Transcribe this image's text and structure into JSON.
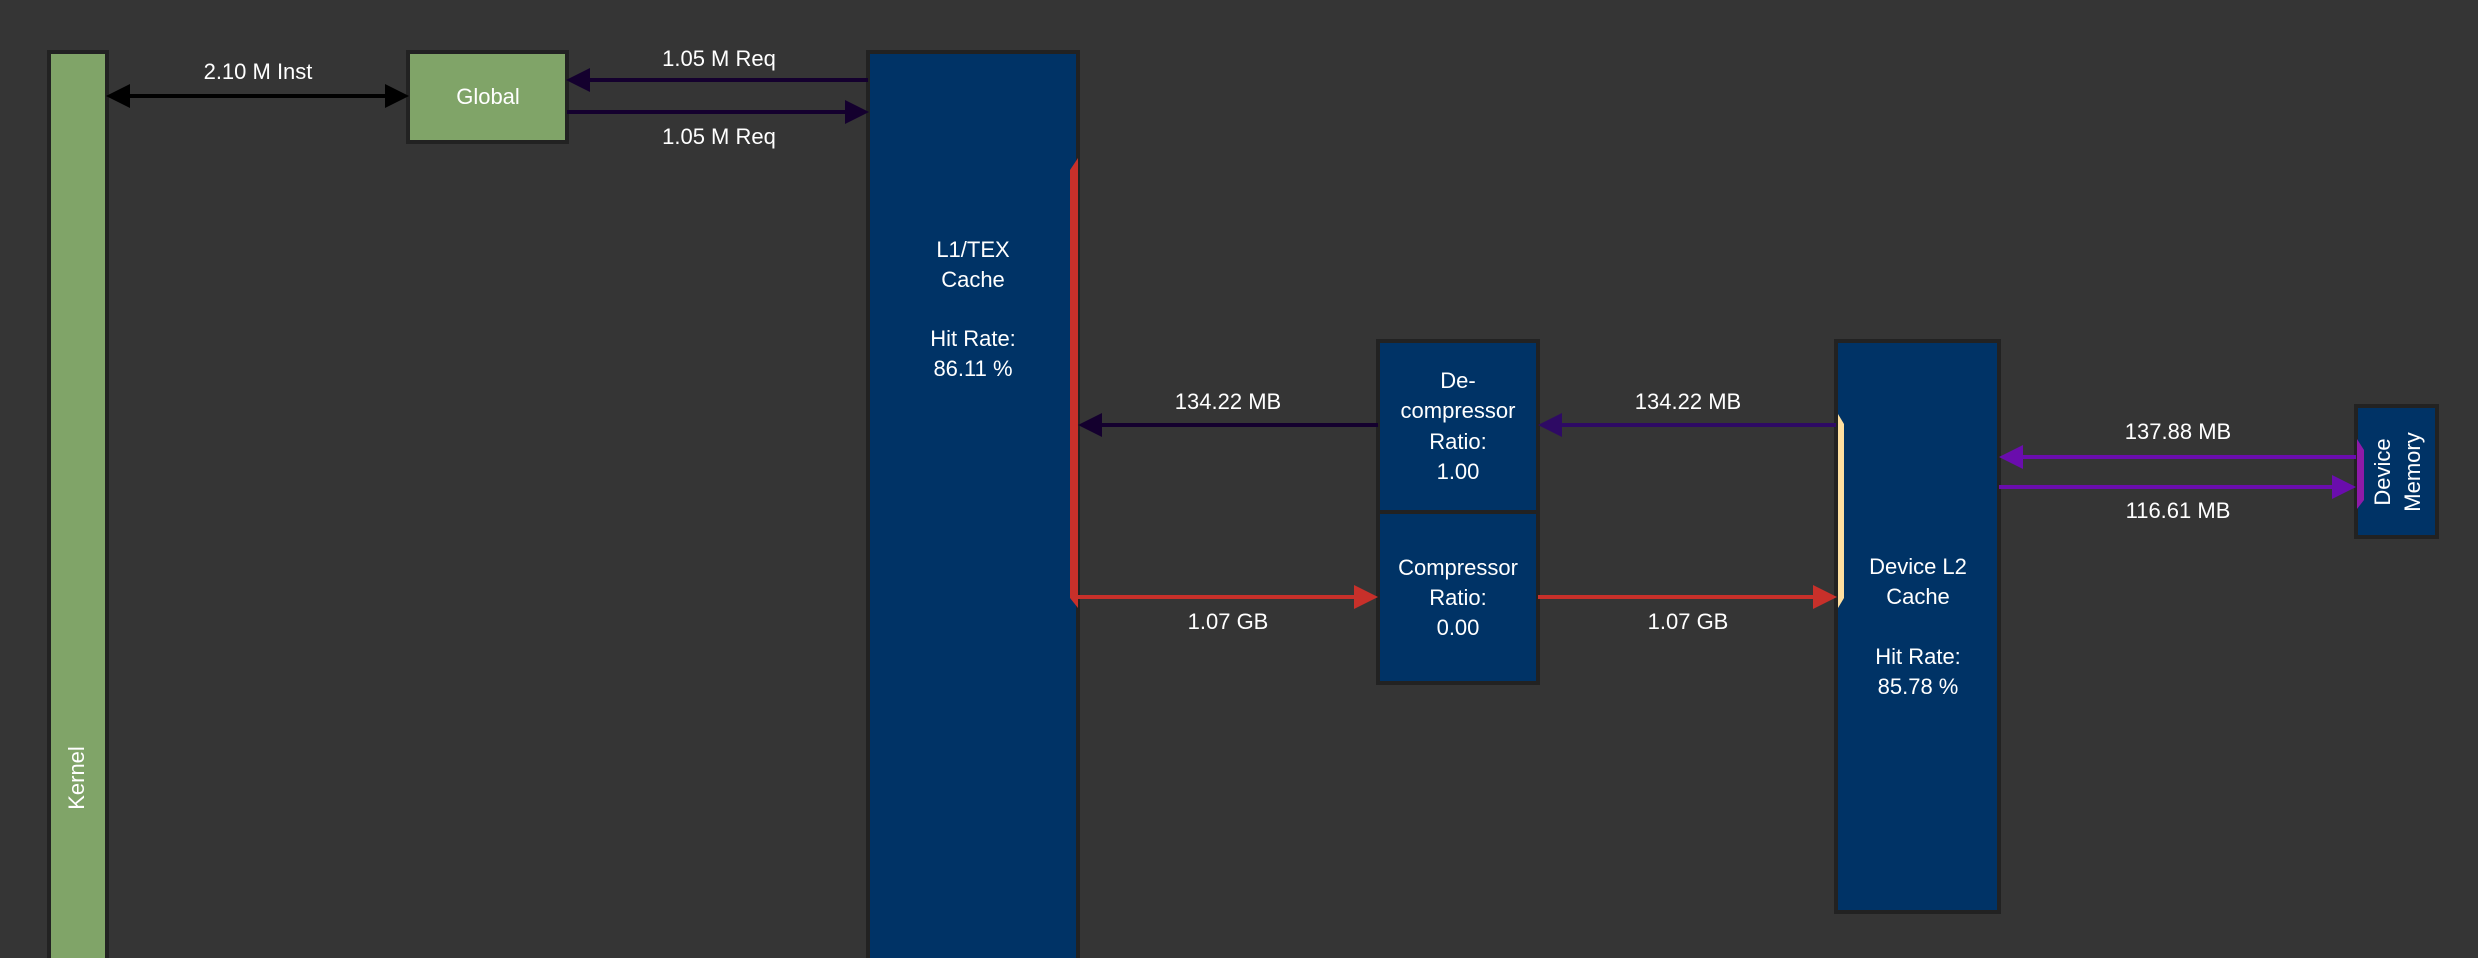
{
  "colors": {
    "background": "#353535",
    "unit_green": "#80a468",
    "cache_blue": "#003366",
    "request_arrow": "#14002e",
    "write_red": "#c8302a",
    "l2_read_purple": "#2e0a64",
    "memory_purple": "#6a0dad",
    "l2_port_yellow": "#ffe0a0"
  },
  "nodes": {
    "kernel": "Kernel",
    "global": "Global",
    "l1": {
      "line1": "L1/TEX",
      "line2": "Cache",
      "hit_label": "Hit Rate:",
      "hit_value": "86.11 %"
    },
    "decompressor": {
      "line1": "De-",
      "line2": "compressor",
      "ratio_label": "Ratio:",
      "ratio_value": "1.00"
    },
    "compressor": {
      "line1": "Compressor",
      "ratio_label": "Ratio:",
      "ratio_value": "0.00"
    },
    "l2": {
      "line1": "Device L2",
      "line2": "Cache",
      "hit_label": "Hit Rate:",
      "hit_value": "85.78 %"
    },
    "device_memory": {
      "line1": "Device",
      "line2": "Memory"
    }
  },
  "edges": {
    "kernel_global": "2.10 M Inst",
    "l1_to_global": "1.05 M Req",
    "global_to_l1": "1.05 M Req",
    "decompressor_to_l1": "134.22 MB",
    "l2_to_decompressor": "134.22 MB",
    "l1_to_compressor": "1.07 GB",
    "compressor_to_l2": "1.07 GB",
    "memory_to_l2": "137.88 MB",
    "l2_to_memory": "116.61 MB"
  }
}
